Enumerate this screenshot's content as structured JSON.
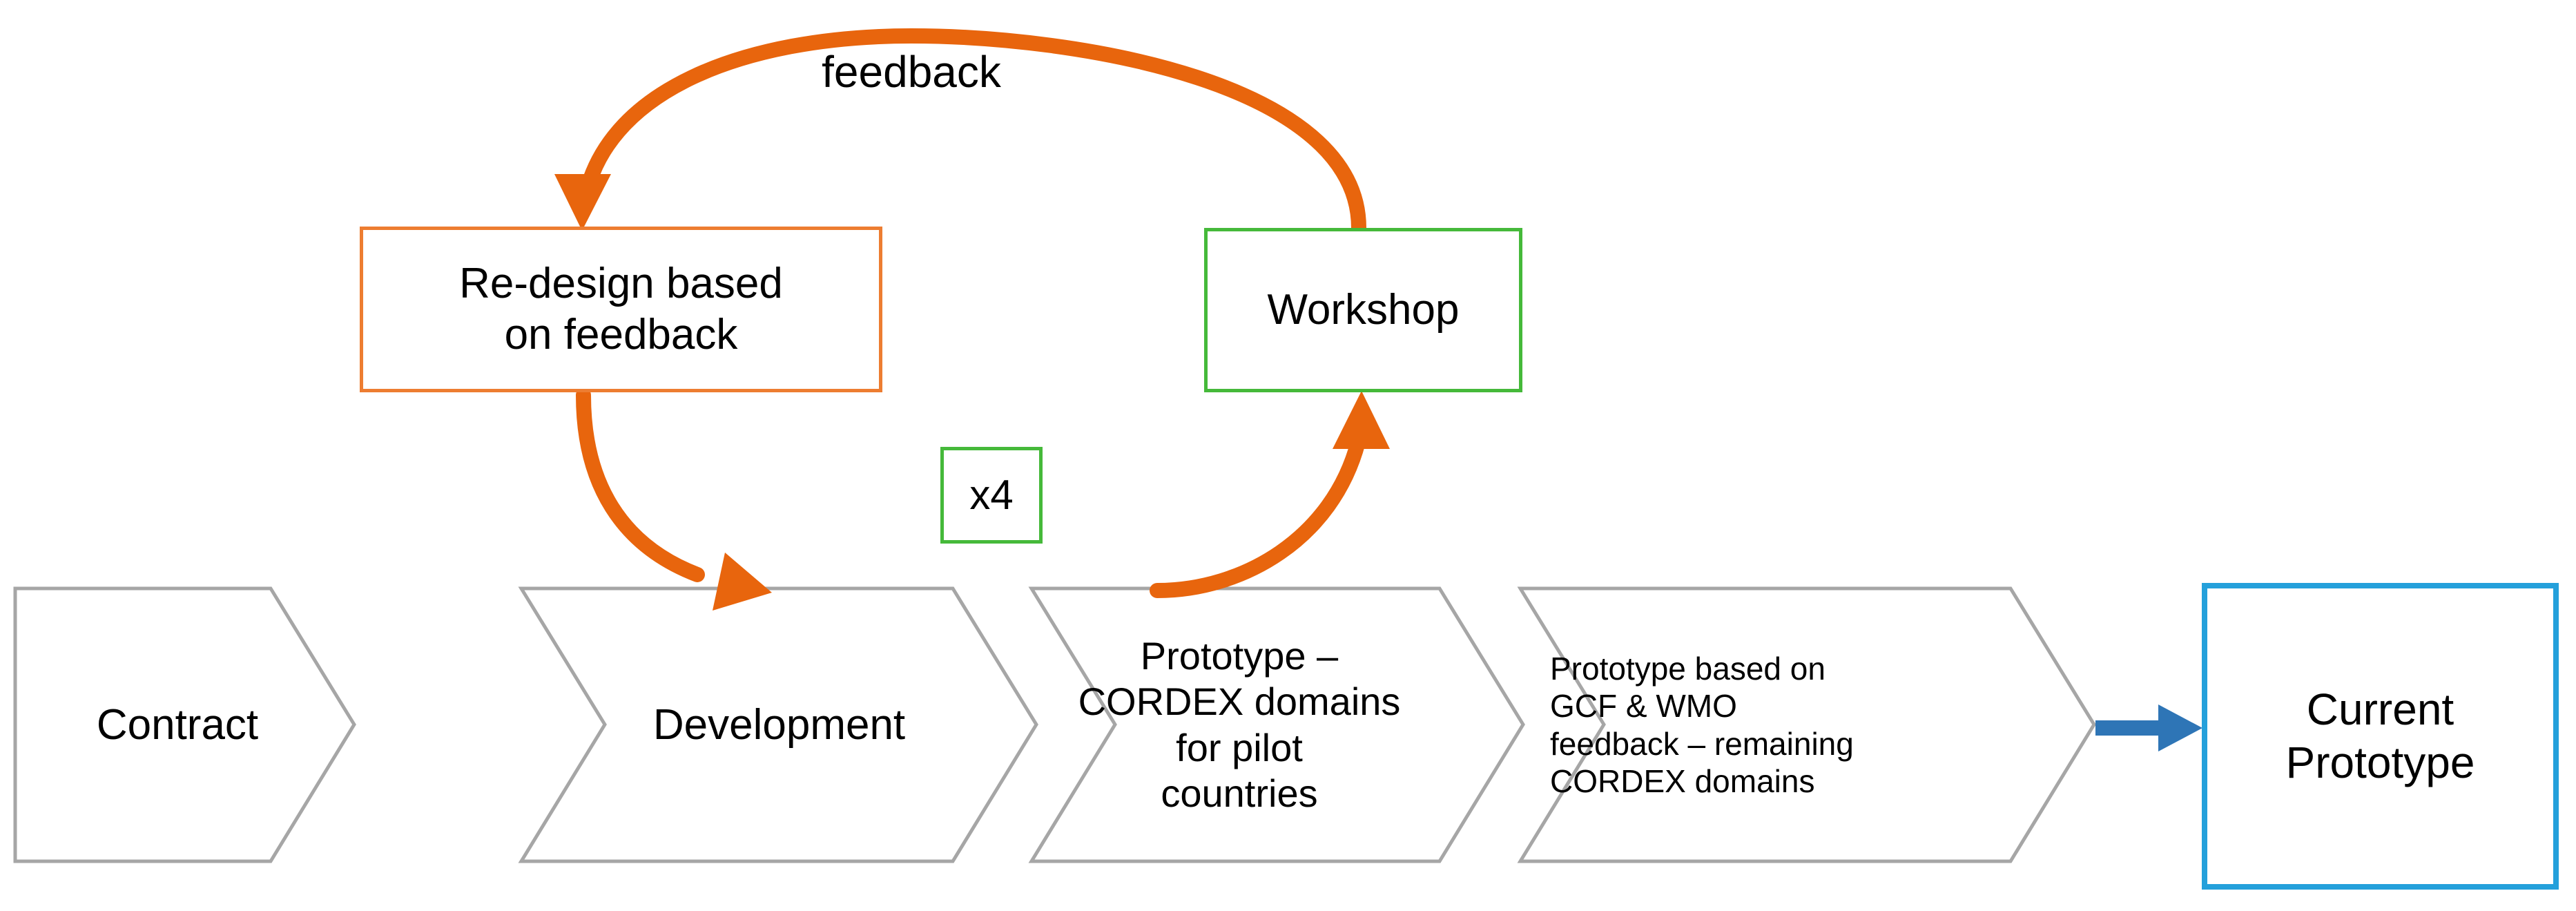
{
  "diagram": {
    "title_text_present": false,
    "colors": {
      "chevron_stroke": "#A6A6A6",
      "chevron_fill": "#FFFFFF",
      "orange_box_border": "#ED7D31",
      "orange_arrow": "#E8650D",
      "green_border": "#45B93A",
      "blue_box_border": "#24A0DB",
      "blue_arrow": "#2E75B6",
      "text": "#000000",
      "background": "#FFFFFF"
    },
    "process_chevrons": [
      {
        "id": "contract",
        "name": "Contract",
        "lines": [
          "Contract"
        ],
        "align": "center",
        "font_size": 62
      },
      {
        "id": "development",
        "name": "Development",
        "lines": [
          "Development"
        ],
        "align": "center",
        "font_size": 62
      },
      {
        "id": "prototype-pilot",
        "name": "Prototype – CORDEX domains for pilot countries",
        "lines": [
          "Prototype –",
          "CORDEX domains",
          "for pilot",
          "countries"
        ],
        "align": "center",
        "font_size": 56
      },
      {
        "id": "prototype-gcf-wmo",
        "name": "Prototype based on GCF & WMO feedback – remaining CORDEX domains",
        "lines": [
          "Prototype based on",
          "GCF & WMO",
          "feedback – remaining",
          "CORDEX domains"
        ],
        "align": "left",
        "font_size": 46
      }
    ],
    "boxes": {
      "redesign": {
        "lines": [
          "Re-design based",
          "on feedback"
        ],
        "border_color": "#ED7D31"
      },
      "workshop": {
        "lines": [
          "Workshop"
        ],
        "border_color": "#45B93A"
      },
      "iteration_count": {
        "lines": [
          "x4"
        ],
        "border_color": "#45B93A"
      },
      "current_prototype": {
        "lines": [
          "Current",
          "Prototype"
        ],
        "border_color": "#24A0DB"
      }
    },
    "arrows": [
      {
        "id": "feedback-arc",
        "label": "feedback",
        "from": "workshop",
        "to": "redesign",
        "color": "#E8650D",
        "style": "curved",
        "direction": "right-to-left"
      },
      {
        "id": "redesign-to-development",
        "label": "",
        "from": "redesign",
        "to": "development",
        "color": "#E8650D",
        "style": "curved",
        "direction": "down-right"
      },
      {
        "id": "prototype-to-workshop",
        "label": "",
        "from": "prototype-pilot",
        "to": "workshop",
        "color": "#E8650D",
        "style": "curved",
        "direction": "up-right"
      },
      {
        "id": "to-current-prototype",
        "label": "",
        "from": "prototype-gcf-wmo",
        "to": "current_prototype",
        "color": "#2E75B6",
        "style": "straight",
        "direction": "right"
      }
    ]
  }
}
